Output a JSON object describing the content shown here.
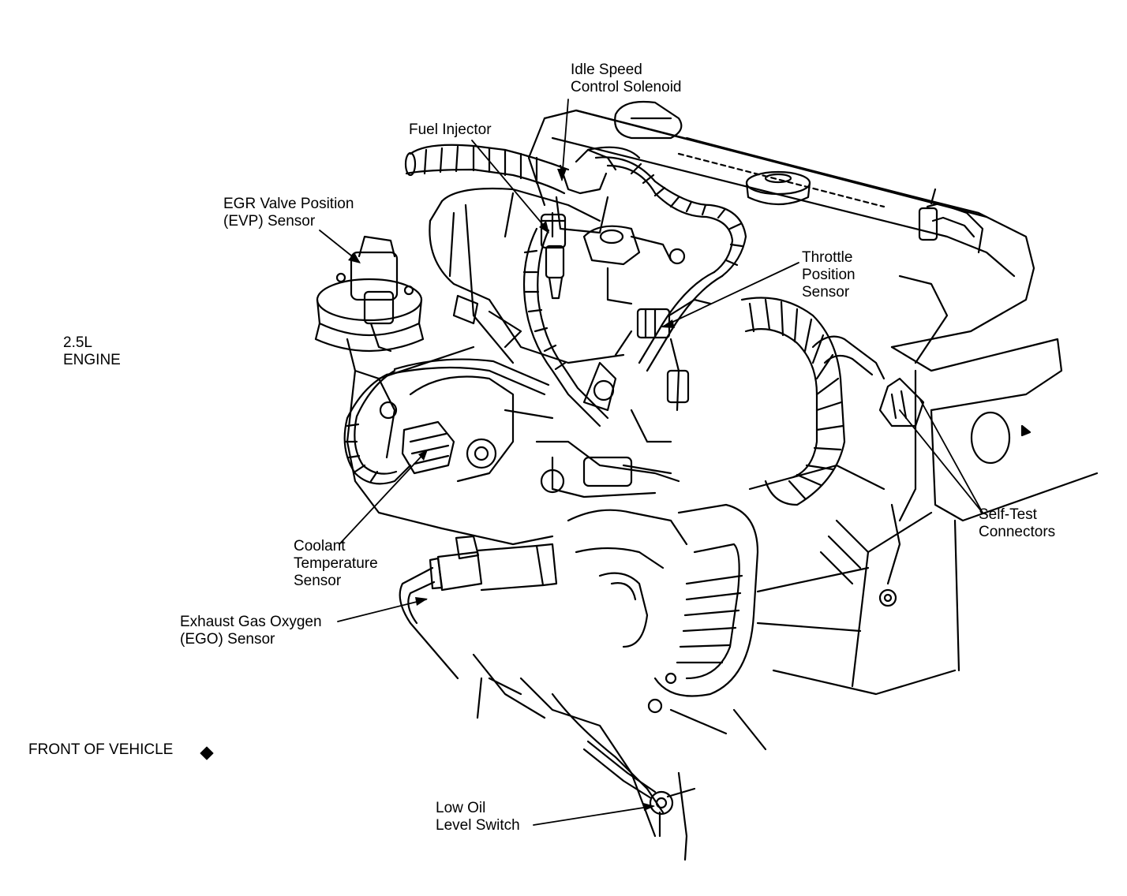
{
  "engine_caption": {
    "line1": "2.5L",
    "line2": "ENGINE"
  },
  "orientation": {
    "text": "FRONT OF VEHICLE",
    "marker_icon": "diamond-arrow-icon"
  },
  "callouts": {
    "idle_speed": {
      "line1": "Idle Speed",
      "line2": "Control Solenoid"
    },
    "fuel_injector": {
      "line1": "Fuel Injector"
    },
    "egr_vp": {
      "line1": "EGR Valve Position",
      "line2": "(EVP) Sensor"
    },
    "throttle": {
      "line1": "Throttle",
      "line2": "Position",
      "line3": "Sensor"
    },
    "self_test": {
      "line1": "Self-Test",
      "line2": "Connectors"
    },
    "coolant": {
      "line1": "Coolant",
      "line2": "Temperature",
      "line3": "Sensor"
    },
    "ego": {
      "line1": "Exhaust Gas Oxygen",
      "line2": "(EGO) Sensor"
    },
    "oil_level": {
      "line1": "Low Oil",
      "line2": "Level Switch"
    }
  },
  "colors": {
    "ink": "#000000",
    "paper": "#ffffff"
  }
}
